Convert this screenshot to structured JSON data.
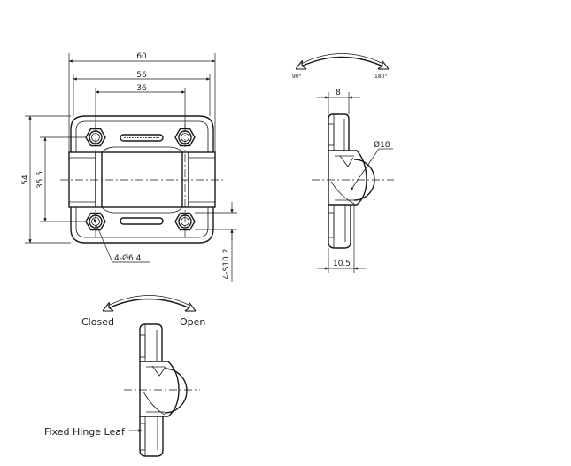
{
  "front_view": {
    "dim_width_total": "60",
    "dim_width_mid": "56",
    "dim_width_inner": "36",
    "dim_height_total": "54",
    "dim_height_holes": "35.5",
    "dim_hole_callout": "4-Ø6.4",
    "dim_counterbore": "4-S10.2"
  },
  "side_view": {
    "angle_left": "90°",
    "angle_right": "180°",
    "dim_top": "8",
    "dim_diameter": "Ø18",
    "dim_bottom": "10.5"
  },
  "bottom_view": {
    "label_closed": "Closed",
    "label_open": "Open",
    "label_leaf": "Fixed Hinge Leaf"
  }
}
